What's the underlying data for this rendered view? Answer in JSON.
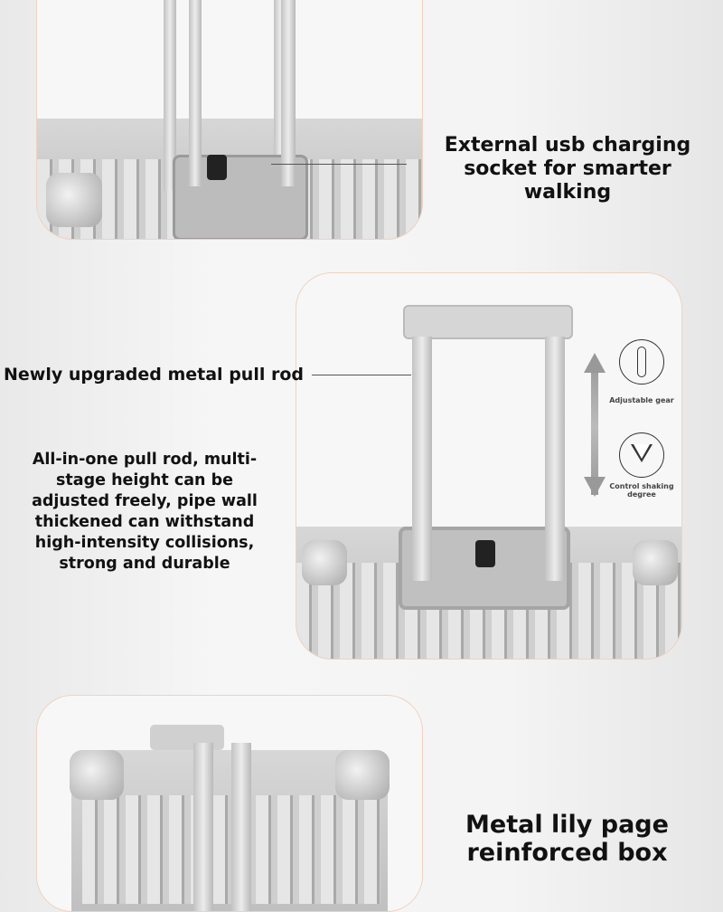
{
  "features": [
    {
      "title": "External usb charging socket for smarter walking"
    },
    {
      "title": "Newly upgraded metal pull rod",
      "description": "All-in-one pull rod, multi-stage height can be adjusted freely, pipe wall thickened can withstand high-intensity collisions, strong and durable",
      "icons": [
        {
          "name": "adjustable-gear-icon",
          "label": "Adjustable gear"
        },
        {
          "name": "control-shaking-icon",
          "label": "Control shaking degree"
        }
      ]
    },
    {
      "title": "Metal lily page reinforced box"
    }
  ],
  "colors": {
    "panel_border": "#f0d2c2",
    "text": "#111111",
    "metal": "#c8c8c8"
  }
}
